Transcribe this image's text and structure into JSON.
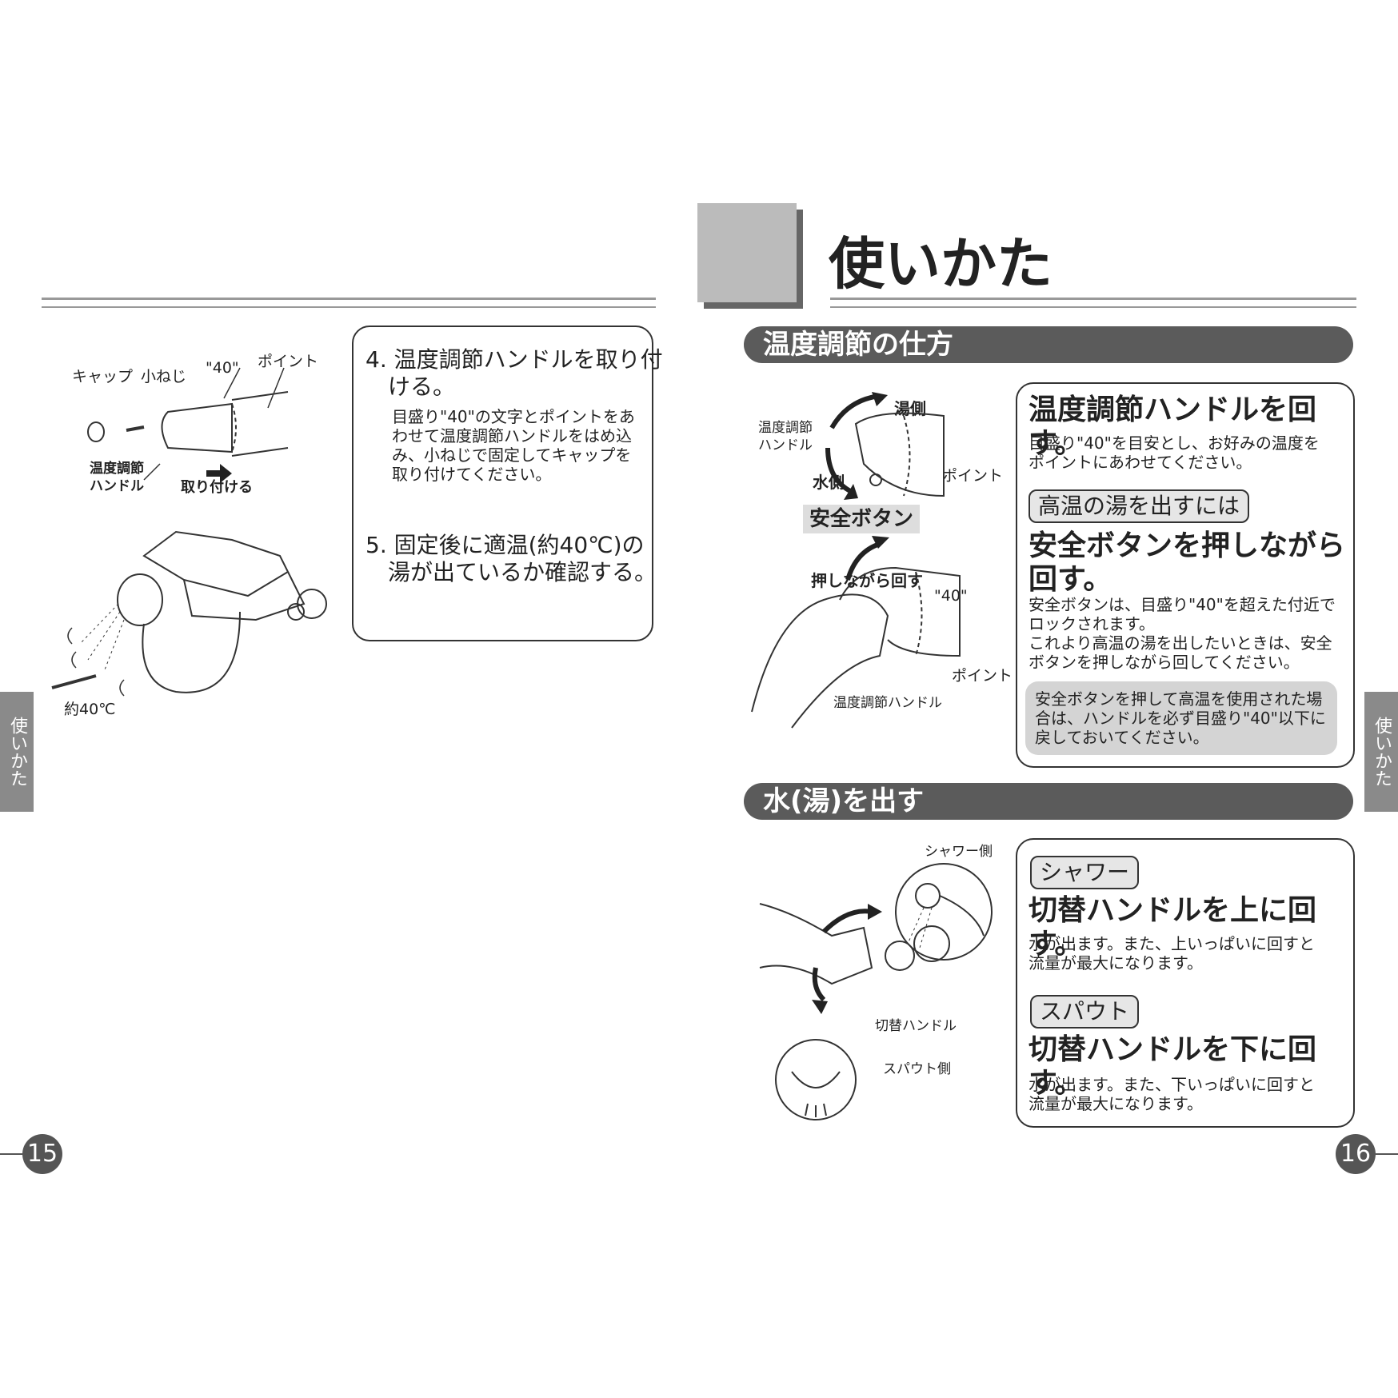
{
  "left_page": {
    "page_number": "15",
    "side_tab": "使いかた",
    "illustration_labels": {
      "cap": "キャップ",
      "screw": "小ねじ",
      "mark40": "\"40\"",
      "point": "ポイント",
      "handle": "温度調節\nハンドル",
      "attach": "取り付ける",
      "approx40": "約40℃"
    },
    "steps": [
      {
        "title": "4. 温度調節ハンドルを取り付\n　ける。",
        "text": "目盛り\"40\"の文字とポイントをあ\nわせて温度調節ハンドルをはめ込\nみ、小ねじで固定してキャップを\n取り付けてください。"
      },
      {
        "title": "5. 固定後に適温(約40℃)の\n　湯が出ているか確認する。"
      }
    ]
  },
  "right_page": {
    "page_number": "16",
    "side_tab": "使いかた",
    "title": "使いかた",
    "section1": {
      "header": "温度調節の仕方",
      "illustration_labels": {
        "hot_side": "湯側",
        "handle": "温度調節\nハンドル",
        "cold_side": "水側",
        "safety_button": "安全ボタン",
        "point1": "ポイント",
        "push_rotate": "押しながら回す",
        "mark40": "\"40\"",
        "point2": "ポイント",
        "handle2": "温度調節ハンドル"
      },
      "head": "温度調節ハンドルを回す。",
      "text1": "目盛り\"40\"を目安とし、お好みの温度を\nポイントにあわせてください。",
      "tag": "高温の湯を出すには",
      "head2": "安全ボタンを押しながら\n回す。",
      "text2": "安全ボタンは、目盛り\"40\"を超えた付近で\nロックされます。\nこれより高温の湯を出したいときは、安全\nボタンを押しながら回してください。",
      "note": "安全ボタンを押して高温を使用された場\n合は、ハンドルを必ず目盛り\"40\"以下に\n戻しておいてください。"
    },
    "section2": {
      "header": "水(湯)を出す",
      "illustration_labels": {
        "shower_side": "シャワー側",
        "switch_handle": "切替ハンドル",
        "spout_side": "スパウト側"
      },
      "tag1": "シャワー",
      "head1": "切替ハンドルを上に回す。",
      "text1": "水が出ます。また、上いっぱいに回すと\n流量が最大になります。",
      "tag2": "スパウト",
      "head2": "切替ハンドルを下に回す。",
      "text2": "水が出ます。また、下いっぱいに回すと\n流量が最大になります。"
    }
  }
}
